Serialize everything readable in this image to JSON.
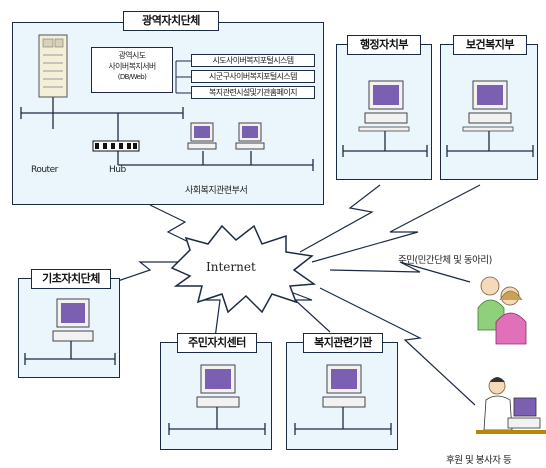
{
  "nodes": {
    "metro": {
      "title": "광역자치단체",
      "server_label_1": "광역시도",
      "server_label_2": "사이버복지서버",
      "server_label_3": "(DB/Web)",
      "services": [
        "시도사이버복지포털시스템",
        "시군구사이버복지포털시스템",
        "복지관련시설및기관홈페이지"
      ],
      "router_label": "Router",
      "hub_label": "Hub",
      "dept_label": "사회복지관련부서"
    },
    "admin": {
      "title": "행정자치부"
    },
    "health": {
      "title": "보건복지부"
    },
    "basic": {
      "title": "기초자치단체"
    },
    "residents_center": {
      "title": "주민자치센터"
    },
    "welfare_org": {
      "title": "복지관련기관"
    },
    "residents": {
      "label": "주민(민간단체 및 동아리)"
    },
    "supporters": {
      "label": "후원 및 봉사자 등"
    }
  },
  "internet": {
    "label": "Internet"
  },
  "colors": {
    "panel_fill": "#eaf6fb",
    "border": "#1b2b44",
    "monitor_screen": "#7b5fb0",
    "computer_body": "#f2f2f2"
  }
}
